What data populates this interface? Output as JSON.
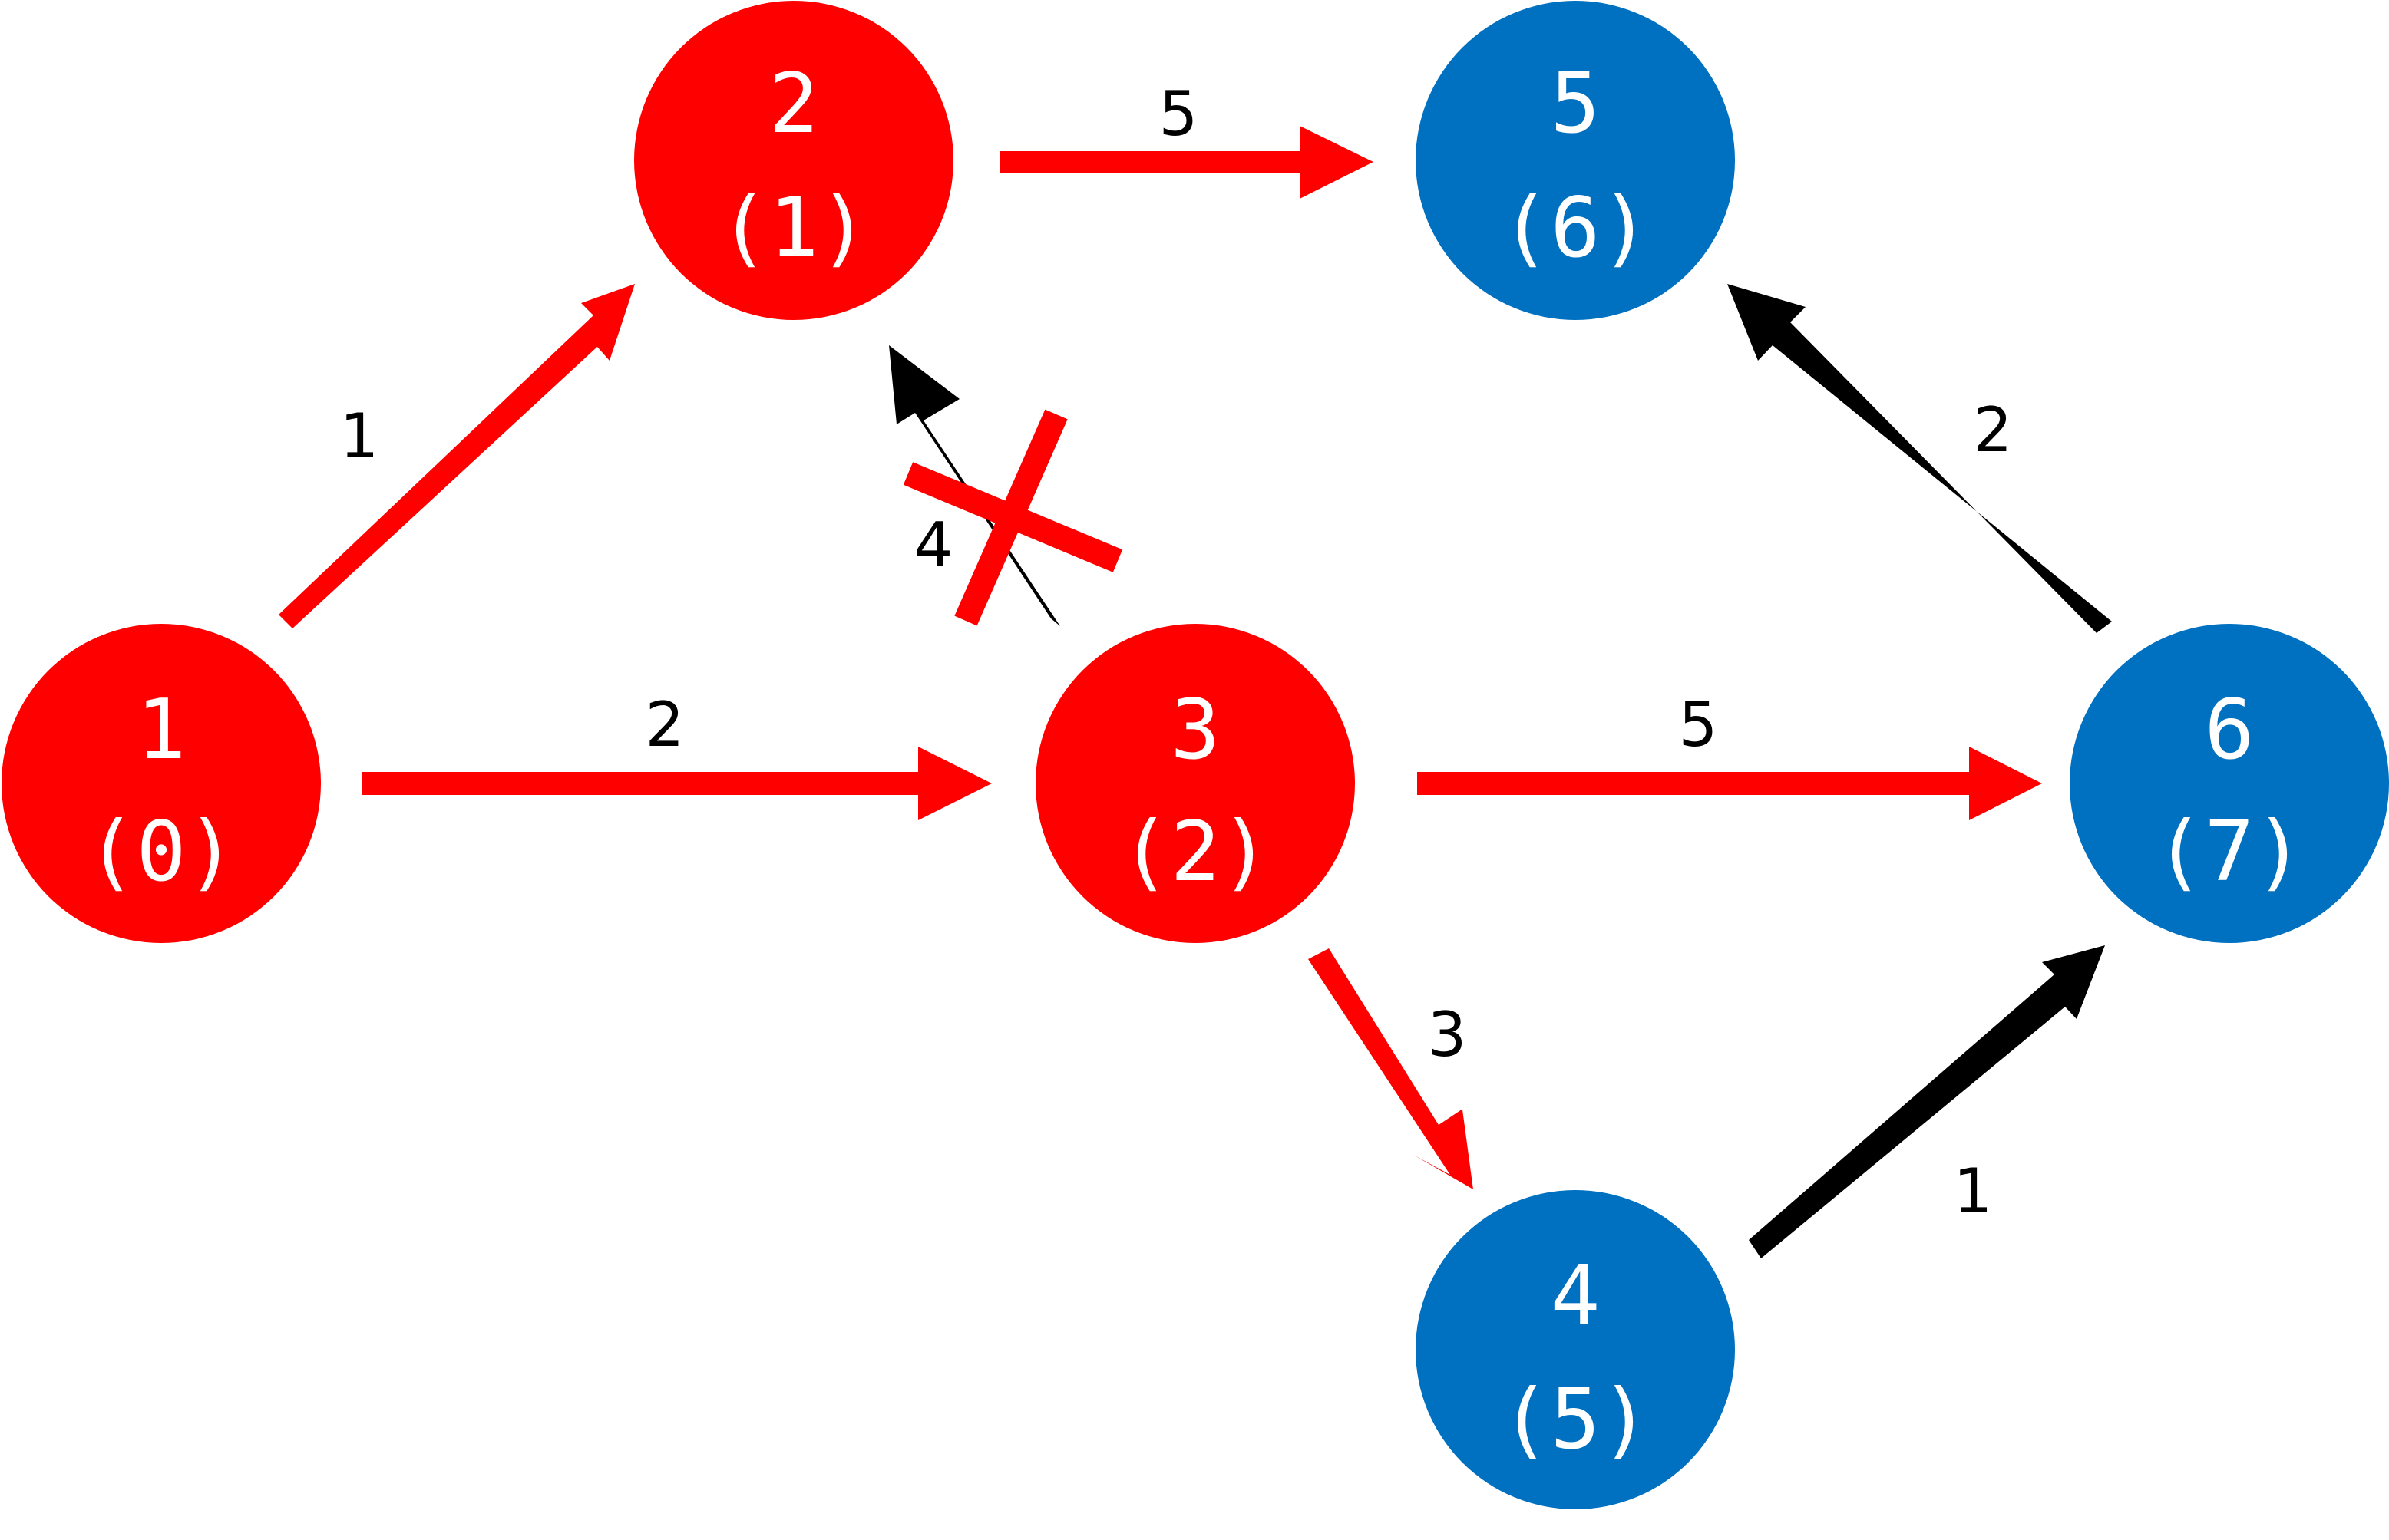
{
  "colors": {
    "visited": "#ff0000",
    "unvisited": "#0070c0",
    "relaxed_edge": "#ff0000",
    "pending_edge": "#000000",
    "cross_mark": "#ff0000",
    "label_text": "#ffffff",
    "weight_text": "#000000"
  },
  "nodes": [
    {
      "id": "1",
      "dist": "(0)",
      "state": "visited"
    },
    {
      "id": "2",
      "dist": "(1)",
      "state": "visited"
    },
    {
      "id": "3",
      "dist": "(2)",
      "state": "visited"
    },
    {
      "id": "4",
      "dist": "(5)",
      "state": "unvisited"
    },
    {
      "id": "5",
      "dist": "(6)",
      "state": "unvisited"
    },
    {
      "id": "6",
      "dist": "(7)",
      "state": "unvisited"
    }
  ],
  "edges": [
    {
      "from": "1",
      "to": "2",
      "weight": "1",
      "state": "relaxed"
    },
    {
      "from": "1",
      "to": "3",
      "weight": "2",
      "state": "relaxed"
    },
    {
      "from": "2",
      "to": "5",
      "weight": "5",
      "state": "relaxed"
    },
    {
      "from": "3",
      "to": "2",
      "weight": "4",
      "state": "rejected"
    },
    {
      "from": "3",
      "to": "6",
      "weight": "5",
      "state": "relaxed"
    },
    {
      "from": "3",
      "to": "4",
      "weight": "3",
      "state": "relaxed"
    },
    {
      "from": "4",
      "to": "6",
      "weight": "1",
      "state": "pending"
    },
    {
      "from": "6",
      "to": "5",
      "weight": "2",
      "state": "pending"
    }
  ]
}
